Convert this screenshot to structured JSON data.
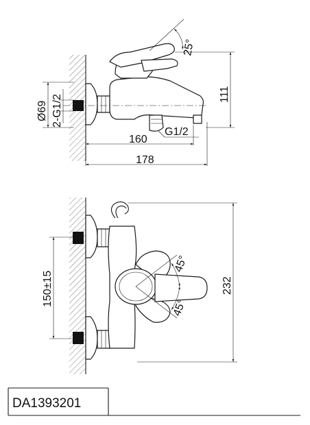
{
  "side_view": {
    "angle_label": "25°",
    "height_label": "111",
    "diameter_label": "Ø69",
    "thread_label": "2-G1/2",
    "spout_length_label": "160",
    "outlet_thread_label": "G1/2",
    "total_length_label": "178"
  },
  "front_view": {
    "angle_upper_label": "45°",
    "angle_lower_label": "45°",
    "centers_label": "150±15",
    "height_label": "232"
  },
  "title_block": {
    "model_code": "DA1393201"
  }
}
